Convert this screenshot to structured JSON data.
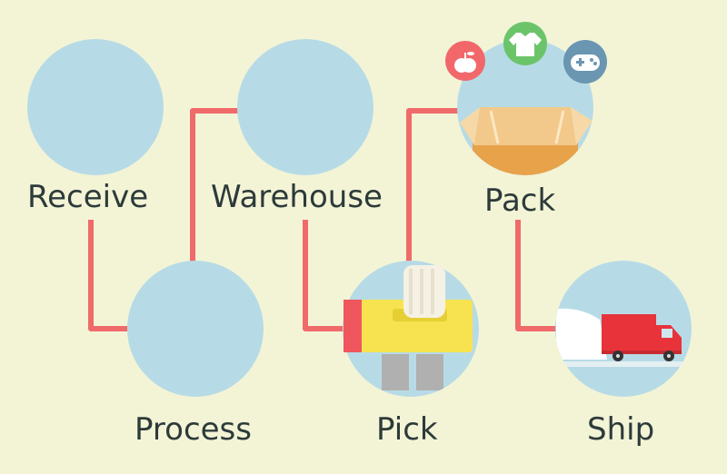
{
  "steps": {
    "receive": {
      "label": "Receive"
    },
    "warehouse": {
      "label": "Warehouse"
    },
    "pack": {
      "label": "Pack"
    },
    "process": {
      "label": "Process"
    },
    "pick": {
      "label": "Pick"
    },
    "ship": {
      "label": "Ship"
    }
  },
  "icons": {
    "pack_items": [
      "apple-icon",
      "tshirt-icon",
      "gamepad-icon"
    ],
    "pack_main": "box-icon",
    "pick_main": "tote-bag-icon",
    "ship_main": "truck-icon"
  },
  "colors": {
    "background": "#f3f4d6",
    "circle": "#b7dbe6",
    "connector": "#f06a6a",
    "text": "#2d3a3a",
    "apple_badge": "#f2676a",
    "shirt_badge": "#6cc46a",
    "gamepad_badge": "#6a96b2",
    "box": "#f2c98a",
    "box_dark": "#e7a24a",
    "tote": "#f7e350",
    "tote_end": "#f0565e",
    "truck": "#e8333b"
  }
}
